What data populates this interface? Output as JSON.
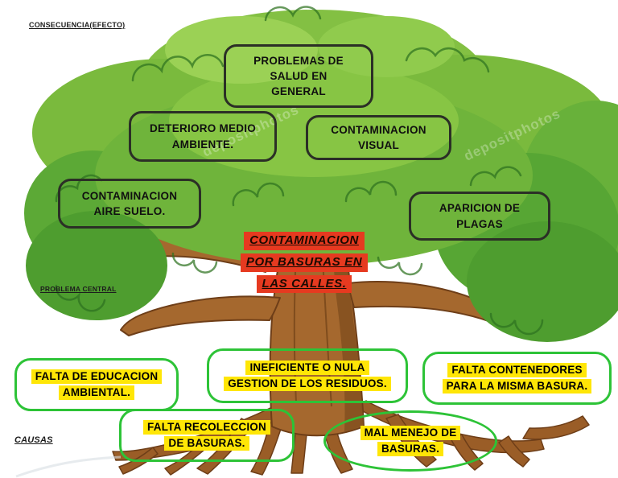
{
  "labels": {
    "consequence": "CONSECUENCIA(EFECTO)",
    "central_problem": "PROBLEMA CENTRAL",
    "causes": "CAUSAS"
  },
  "effects": [
    {
      "lines": [
        "PROBLEMAS DE",
        "SALUD EN",
        "GENERAL"
      ]
    },
    {
      "lines": [
        "DETERIORO MEDIO",
        "AMBIENTE."
      ]
    },
    {
      "lines": [
        "CONTAMINACION",
        "VISUAL"
      ]
    },
    {
      "lines": [
        "CONTAMINACION",
        "AIRE SUELO."
      ]
    },
    {
      "lines": [
        "APARICION DE",
        "PLAGAS"
      ]
    }
  ],
  "central_problem": {
    "lines": [
      "CONTAMINACION",
      "POR BASURAS EN",
      "LAS CALLES."
    ]
  },
  "causes": [
    {
      "lines": [
        "FALTA DE EDUCACION",
        "AMBIENTAL."
      ]
    },
    {
      "lines": [
        "INEFICIENTE O NULA",
        "GESTION DE LOS RESIDUOS."
      ]
    },
    {
      "lines": [
        "FALTA CONTENEDORES",
        "PARA LA MISMA BASURA."
      ]
    },
    {
      "lines": [
        "FALTA RECOLECCION",
        "DE BASURAS."
      ]
    },
    {
      "lines": [
        "MAL MENEJO DE",
        "BASURAS."
      ]
    }
  ],
  "watermark": "depositphotos",
  "colors": {
    "central_highlight": "#e63a20",
    "cause_highlight": "#ffe606",
    "cause_outline": "#2dc337",
    "effect_outline": "#2b2f26",
    "canopy_green": "#6fb43b",
    "trunk_brown": "#a5682e"
  }
}
